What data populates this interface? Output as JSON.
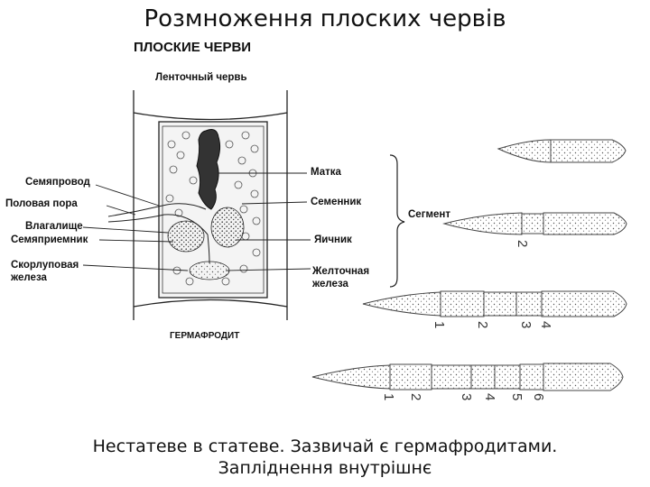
{
  "title": "Розмноження плоских червів",
  "figure": {
    "header": "ПЛОСКИЕ ЧЕРВИ",
    "subheader": "Ленточный червь",
    "footer_label": "ГЕРМАФРОДИТ",
    "labels_left": {
      "semyaprovod": "Семяпровод",
      "polovaya_pora": "Половая пора",
      "vlagalishche": "Влагалище",
      "semyapriemnik": "Семяприемник",
      "skorlupovaya_1": "Скорлуповая",
      "skorlupovaya_2": "железа"
    },
    "labels_right": {
      "matka": "Матка",
      "semennik": "Семенник",
      "yaichnik": "Яичник",
      "zheltochnaya_1": "Желточная",
      "zheltochnaya_2": "железа"
    },
    "segment_label": "Сегмент",
    "worm_numbers": {
      "row2": [
        "2"
      ],
      "row3": [
        "1",
        "2",
        "3",
        "4"
      ],
      "row4": [
        "1",
        "2",
        "3",
        "4",
        "5",
        "6"
      ]
    }
  },
  "caption": {
    "line1": "Нестатеве в статеве. Зазвичай є гермафродитами.",
    "line2": "Запліднення внутрішнє"
  }
}
